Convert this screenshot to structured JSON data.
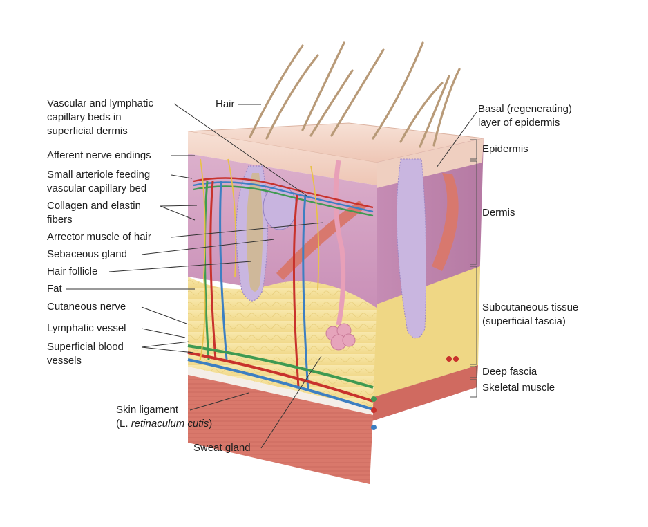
{
  "labels": {
    "vascular_l1": "Vascular and lymphatic",
    "vascular_l2": "capillary beds in",
    "vascular_l3": "superficial dermis",
    "hair": "Hair",
    "afferent": "Afferent nerve endings",
    "arteriole_l1": "Small arteriole feeding",
    "arteriole_l2": "vascular capillary bed",
    "collagen_l1": "Collagen and elastin",
    "collagen_l2": "fibers",
    "arrector": "Arrector muscle of hair",
    "sebaceous": "Sebaceous gland",
    "follicle": "Hair follicle",
    "fat": "Fat",
    "cutaneous": "Cutaneous nerve",
    "lymphatic": "Lymphatic vessel",
    "superficial_l1": "Superficial blood",
    "superficial_l2": "vessels",
    "ligament_l1": "Skin ligament",
    "ligament_l2_prefix": "(L. ",
    "ligament_l2_italic": "retinaculum cutis",
    "ligament_l2_suffix": ")",
    "sweat": "Sweat gland",
    "basal_l1": "Basal (regenerating)",
    "basal_l2": "layer of epidermis",
    "epidermis": "Epidermis",
    "dermis": "Dermis",
    "subcutaneous_l1": "Subcutaneous tissue",
    "subcutaneous_l2": "(superficial fascia)",
    "deep_fascia": "Deep fascia",
    "skeletal": "Skeletal muscle"
  },
  "colors": {
    "epidermis": "#f2d6c8",
    "dermis": "#d7a6c4",
    "subcutaneous": "#f6e3a0",
    "muscle": "#d9786b",
    "artery": "#c8322c",
    "vein": "#3d7fc2",
    "lymph": "#3f9a52",
    "nerve": "#e8c14a",
    "hair": "#b89a78",
    "gland": "#c9b6e0",
    "leader": "#333333"
  }
}
